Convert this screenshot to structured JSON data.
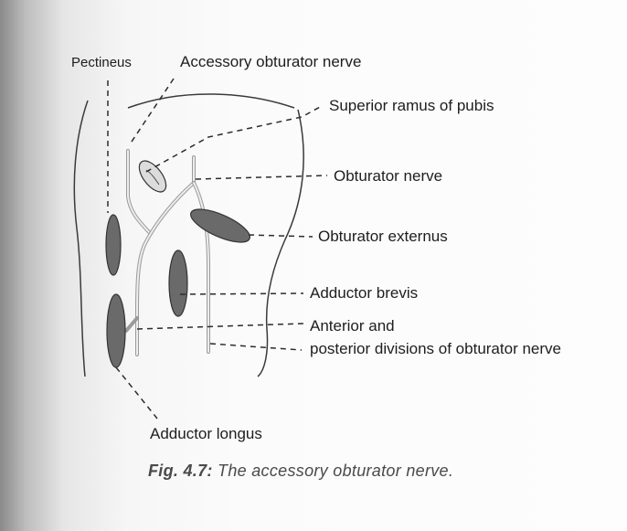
{
  "labels": {
    "pectineus": "Pectineus",
    "accessory_obturator_nerve": "Accessory obturator nerve",
    "superior_ramus_of_pubis": "Superior ramus of pubis",
    "obturator_nerve": "Obturator nerve",
    "obturator_externus": "Obturator externus",
    "adductor_brevis": "Adductor brevis",
    "anterior_and": "Anterior and",
    "posterior_divisions": "posterior divisions of obturator nerve",
    "adductor_longus": "Adductor longus"
  },
  "caption": {
    "fig": "Fig. 4.7:",
    "text": "The accessory obturator nerve."
  },
  "colors": {
    "muscle_fill": "#6a6a6a",
    "line": "#2c2c2c",
    "nerve": "#9a9a9a"
  }
}
